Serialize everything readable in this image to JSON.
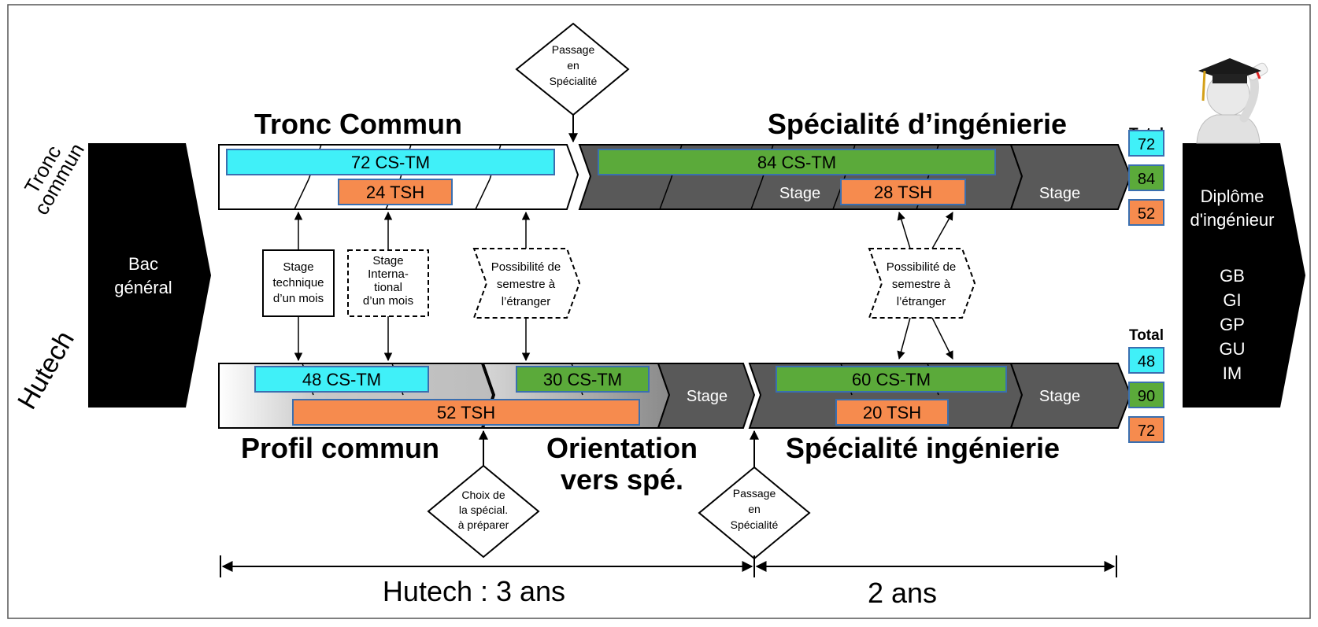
{
  "row_labels": {
    "top": "Tronc\ncommun",
    "bottom": "Hutech"
  },
  "bac": {
    "label": "Bac\ngénéral"
  },
  "diploma": {
    "label": "Diplôme\nd'ingénieur",
    "specialties": [
      "GB",
      "GI",
      "GP",
      "GU",
      "IM"
    ]
  },
  "top_track": {
    "title_left": "Tronc Commun",
    "title_right": "Spécialité d’ingénierie",
    "cs_left": "72 CS-TM",
    "tsh_left": "24 TSH",
    "cs_right": "84 CS-TM",
    "tsh_right": "28 TSH",
    "stage_1": "Stage",
    "stage_2": "Stage"
  },
  "bottom_track": {
    "title_left": "Profil commun",
    "title_middle": "Orientation\nvers spé.",
    "title_right": "Spécialité ingénierie",
    "cs_left": "48 CS-TM",
    "tsh_left": "52 TSH",
    "cs_mid": "30 CS-TM",
    "stage_1": "Stage",
    "cs_right": "60 CS-TM",
    "tsh_right": "20 TSH",
    "stage_2": "Stage"
  },
  "decisions": {
    "top_passage": "Passage\nen\nSpécialité",
    "bottom_choice": "Choix de\nla spécial.\nà préparer",
    "bottom_passage": "Passage\nen\nSpécialité"
  },
  "connectors": {
    "stage_technique": "Stage\ntechnique\nd’un mois",
    "stage_international": "Stage\nInterna-\ntional\nd’un mois",
    "abroad_1": "Possibilité de\nsemestre à\nl’étranger",
    "abroad_2": "Possibilité de\nsemestre à\nl’étranger"
  },
  "totals": {
    "top": {
      "label": "Total",
      "values": [
        "72",
        "84",
        "52"
      ]
    },
    "bottom": {
      "label": "Total",
      "values": [
        "48",
        "90",
        "72"
      ]
    }
  },
  "timeline": {
    "left": "Hutech : 3 ans",
    "right": "2 ans"
  },
  "colors": {
    "cyan": "#40F0F8",
    "green": "#5BAA3A",
    "orange": "#F68B4E",
    "dark": "#595959",
    "black": "#000000"
  }
}
